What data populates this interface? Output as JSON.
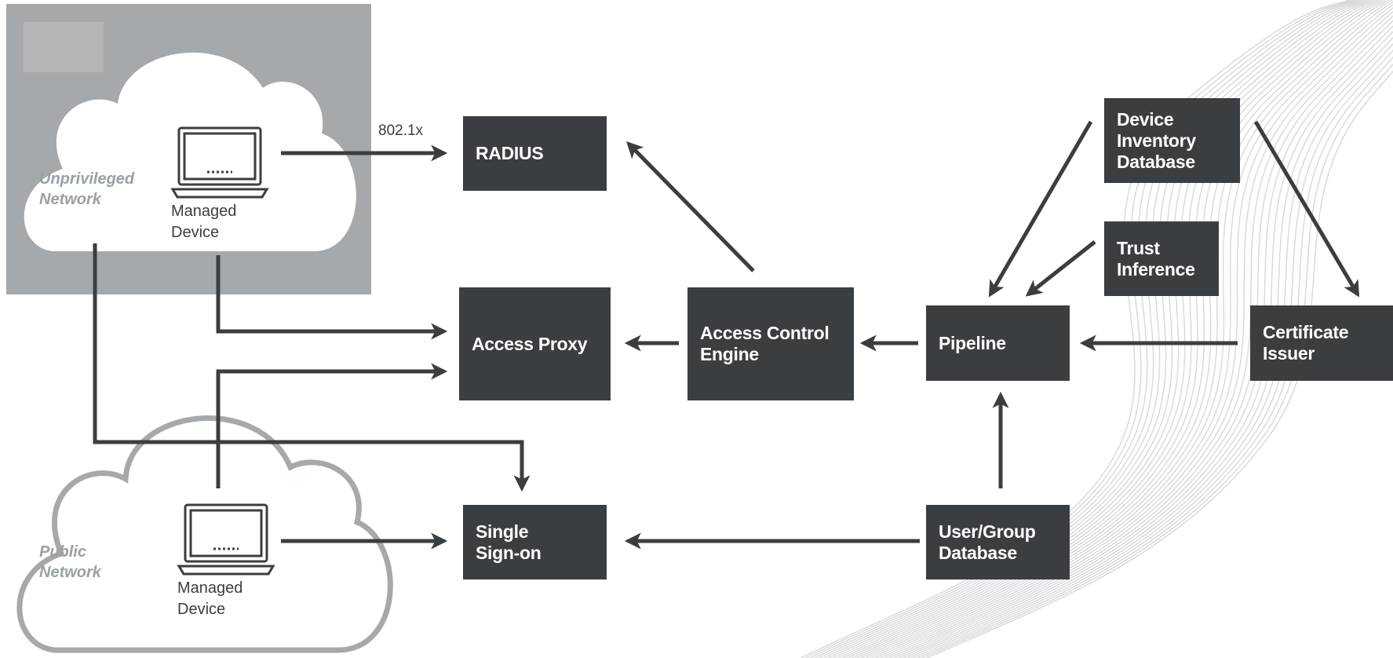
{
  "networks": {
    "unprivileged": {
      "label": "Unprivileged\nNetwork"
    },
    "public": {
      "label": "Public\nNetwork"
    }
  },
  "devices": {
    "managed_1": {
      "label": "Managed\nDevice",
      "icon": "laptop-icon"
    },
    "managed_2": {
      "label": "Managed\nDevice",
      "icon": "laptop-icon"
    }
  },
  "nodes": {
    "radius": {
      "label": "RADIUS"
    },
    "access_proxy": {
      "label": "Access Proxy"
    },
    "access_control_engine": {
      "label": "Access Control\nEngine"
    },
    "single_sign_on": {
      "label": "Single\nSign-on"
    },
    "pipeline": {
      "label": "Pipeline"
    },
    "device_inventory_db": {
      "label": "Device\nInventory\nDatabase"
    },
    "trust_inference": {
      "label": "Trust\nInference"
    },
    "certificate_issuer": {
      "label": "Certificate\nIssuer"
    },
    "user_group_db": {
      "label": "User/Group\nDatabase"
    }
  },
  "edges": {
    "dot1x": {
      "label": "802.1x"
    }
  },
  "colors": {
    "box": "#3b3e40",
    "arrow": "#3b3e40",
    "unprivileged_bg": "#a6a9ab",
    "cloud_outline": "#a6a9ab",
    "network_label": "#9aa0a3",
    "wave_lines": "#d6d8d9"
  }
}
